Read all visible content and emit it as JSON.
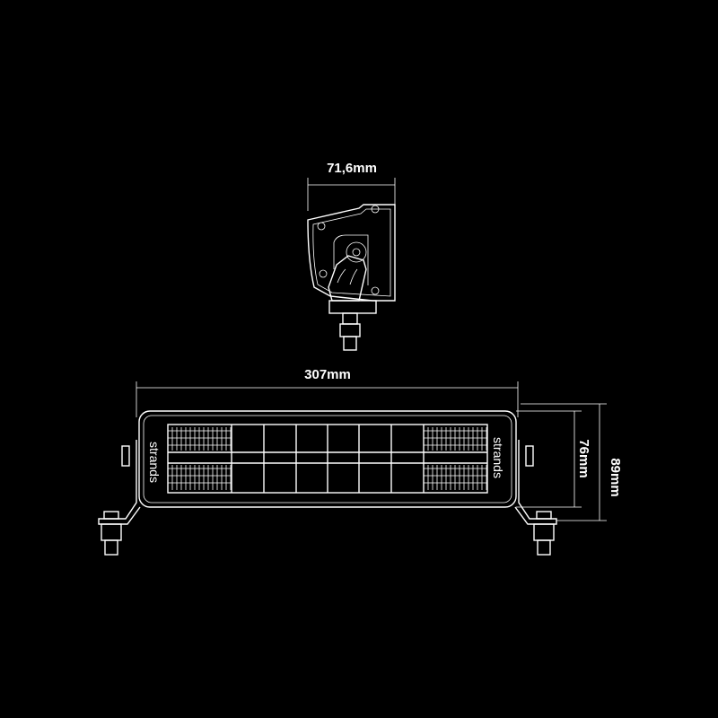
{
  "drawing": {
    "side_view": {
      "width_label": "71,6mm"
    },
    "front_view": {
      "length_label": "307mm",
      "lens_height_label": "76mm",
      "total_height_label": "89mm",
      "brand_logo": "strands"
    }
  },
  "colors": {
    "background": "#000000",
    "lines": "#ffffff"
  }
}
